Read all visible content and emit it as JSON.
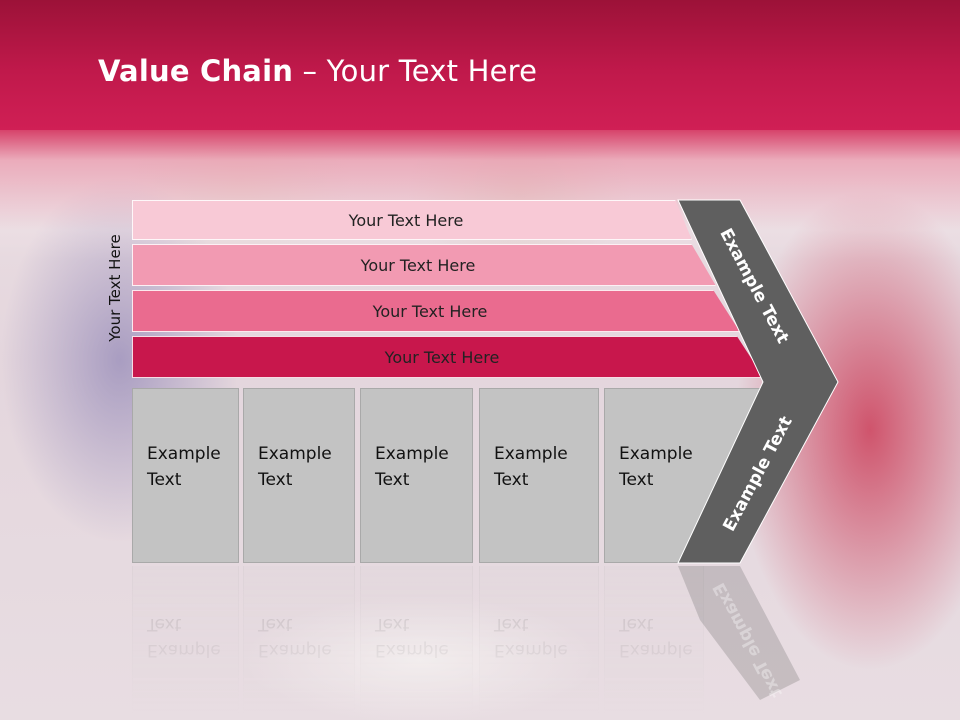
{
  "slide": {
    "title_bold": "Value Chain",
    "title_rest": " – Your Text Here",
    "side_label": "Your Text Here"
  },
  "bands": [
    {
      "label": "Your Text Here",
      "color": "#f8c9d6"
    },
    {
      "label": "Your Text Here",
      "color": "#f29ab2"
    },
    {
      "label": "Your Text Here",
      "color": "#ea6b8f"
    },
    {
      "label": "Your Text Here",
      "color": "#c8174c"
    }
  ],
  "boxes": [
    {
      "line1": "Example",
      "line2": "Text"
    },
    {
      "line1": "Example",
      "line2": "Text"
    },
    {
      "line1": "Example",
      "line2": "Text"
    },
    {
      "line1": "Example",
      "line2": "Text"
    },
    {
      "line1": "Example",
      "line2": "Text"
    }
  ],
  "chevron": {
    "upper_label": "Example Text",
    "lower_label": "Example Text",
    "color": "#5f5f5f"
  },
  "colors": {
    "header": "#c0194b",
    "box": "#c3c3c3"
  }
}
